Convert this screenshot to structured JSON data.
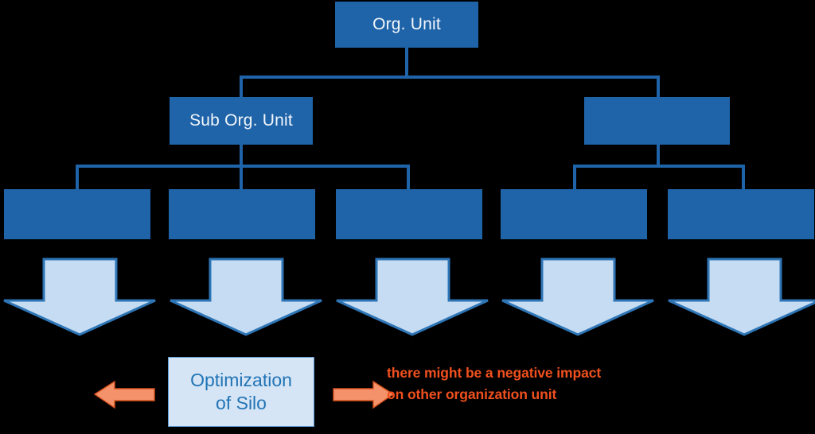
{
  "diagram": {
    "title": "Organizational silo optimization diagram",
    "colors": {
      "box_fill": "#1F63A8",
      "box_text": "#F2F7FB",
      "connector": "#1F63A8",
      "arrow_fill": "#C5DCF2",
      "arrow_stroke": "#2E75B6",
      "silo_fill": "#D5E5F6",
      "silo_border": "#5B9BD5",
      "silo_text": "#2274B5",
      "orange_fill": "#F4936B",
      "orange_stroke": "#D9531E",
      "note_text": "#F1501E",
      "background": "#000000"
    },
    "levels": {
      "level1": [
        {
          "id": "org-unit",
          "label": "Org. Unit"
        }
      ],
      "level2": [
        {
          "id": "sub-org-unit",
          "label": "Sub Org. Unit"
        },
        {
          "id": "sub-org-unit-right",
          "label": ""
        }
      ],
      "level3": [
        {
          "id": "leaf-1",
          "label": ""
        },
        {
          "id": "leaf-2",
          "label": ""
        },
        {
          "id": "leaf-3",
          "label": ""
        },
        {
          "id": "leaf-4",
          "label": ""
        },
        {
          "id": "leaf-5",
          "label": ""
        }
      ]
    },
    "down_arrows": [
      {
        "id": "down-arrow-1"
      },
      {
        "id": "down-arrow-2"
      },
      {
        "id": "down-arrow-3"
      },
      {
        "id": "down-arrow-4"
      },
      {
        "id": "down-arrow-5"
      }
    ],
    "silo": {
      "line1": "Optimization",
      "line2": "of Silo"
    },
    "note": {
      "text": "there might be a negative impact on other organization unit"
    },
    "arrows": {
      "left_label": "left-pointing-arrow",
      "right_label": "right-pointing-arrow"
    }
  }
}
